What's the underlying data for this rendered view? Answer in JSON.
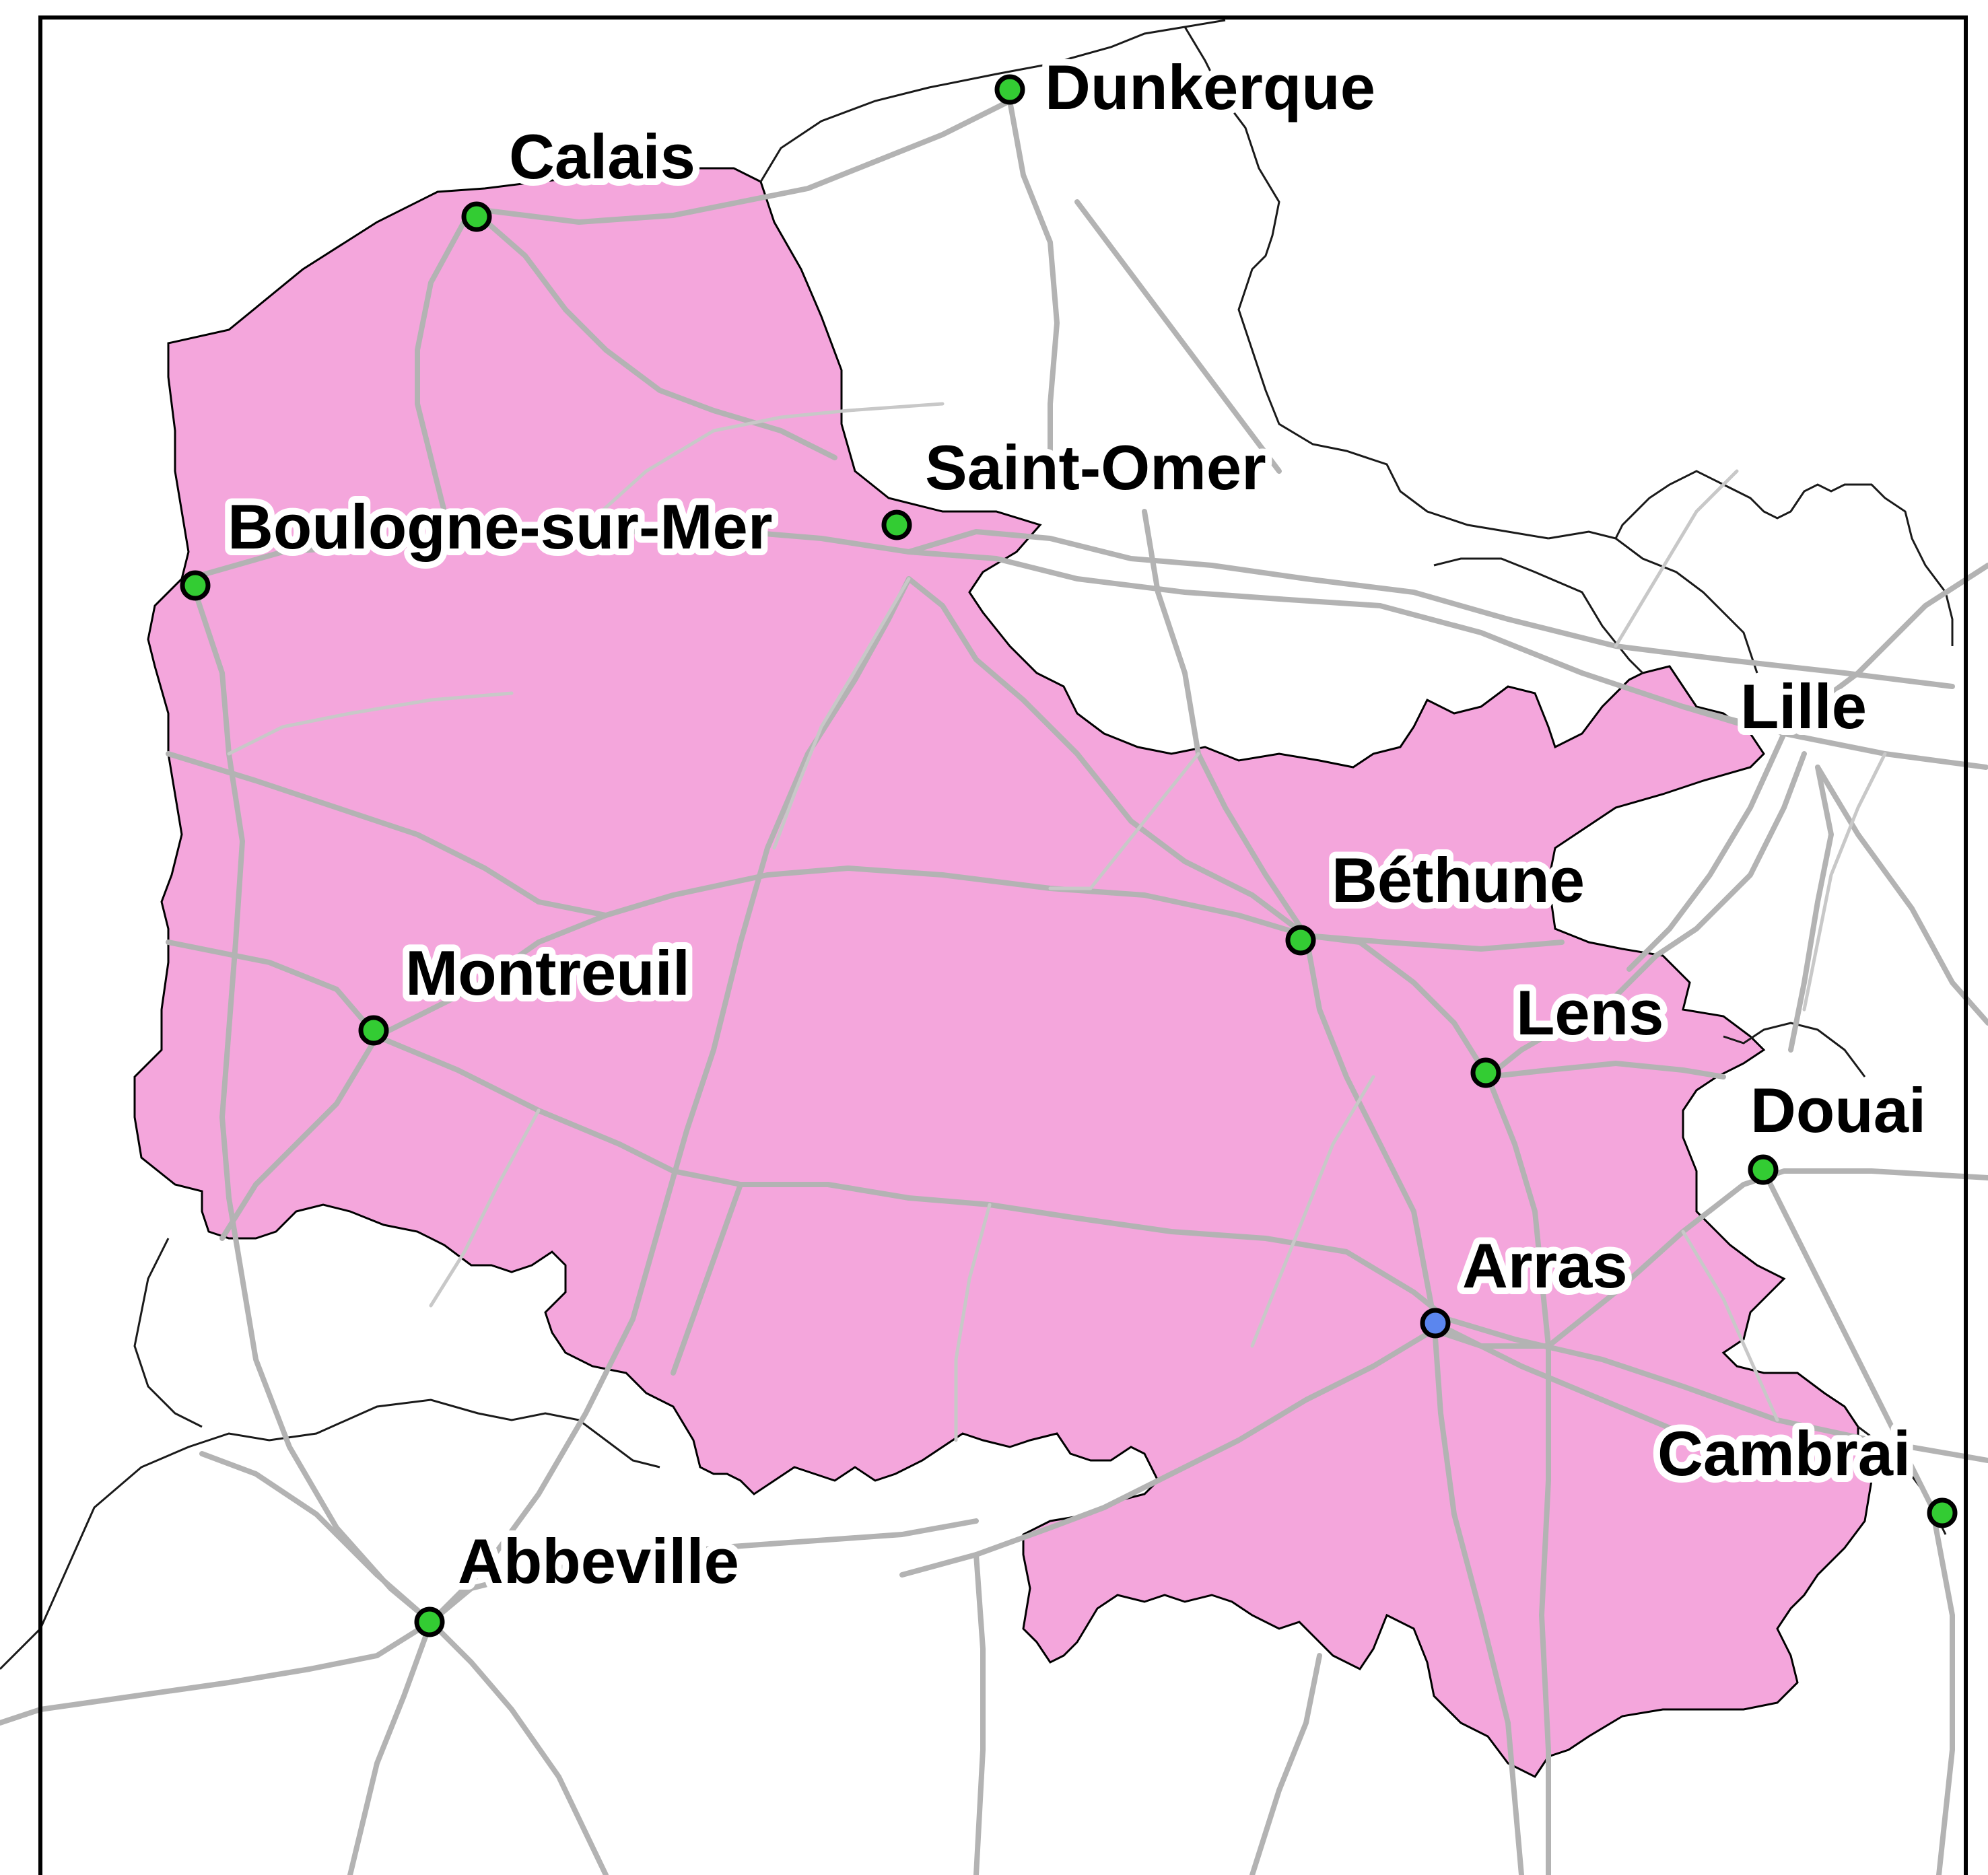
{
  "map": {
    "colors": {
      "region_fill": "#f4a6dc",
      "region_stroke": "#000000",
      "border_stroke": "#1a1a1a",
      "road": "#b3b3b3",
      "city_marker": "#33cc33",
      "capital_marker": "#5b86ee",
      "frame": "#000000",
      "background": "#ffffff"
    },
    "cities": [
      {
        "id": "dunkerque",
        "name": "Dunkerque",
        "kind": "city"
      },
      {
        "id": "calais",
        "name": "Calais",
        "kind": "city"
      },
      {
        "id": "saint-omer",
        "name": "Saint-Omer",
        "kind": "city"
      },
      {
        "id": "boulogne",
        "name": "Boulogne-sur-Mer",
        "kind": "city"
      },
      {
        "id": "lille",
        "name": "Lille",
        "kind": "city"
      },
      {
        "id": "bethune",
        "name": "Béthune",
        "kind": "city"
      },
      {
        "id": "montreuil",
        "name": "Montreuil",
        "kind": "city"
      },
      {
        "id": "lens",
        "name": "Lens",
        "kind": "city"
      },
      {
        "id": "douai",
        "name": "Douai",
        "kind": "city"
      },
      {
        "id": "arras",
        "name": "Arras",
        "kind": "capital"
      },
      {
        "id": "cambrai",
        "name": "Cambrai",
        "kind": "city"
      },
      {
        "id": "abbeville",
        "name": "Abbeville",
        "kind": "city"
      }
    ]
  }
}
